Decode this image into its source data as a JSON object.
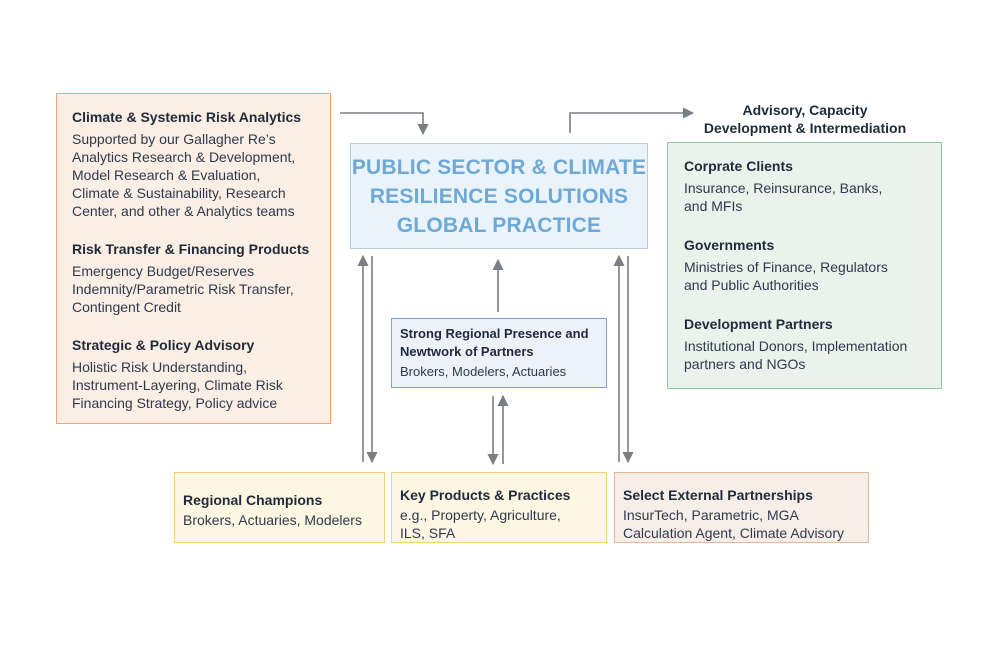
{
  "center": {
    "title": "PUBLIC SECTOR & CLIMATE\nRESILIENCE SOLUTIONS\nGLOBAL PRACTICE"
  },
  "left_panel": {
    "groups": [
      {
        "heading": "Climate & Systemic Risk Analytics",
        "body": "Supported by our Gallagher Re’s\nAnalytics Research & Development,\nModel Research & Evaluation,\nClimate & Sustainability, Research\nCenter, and other & Analytics teams"
      },
      {
        "heading": "Risk Transfer & Financing Products",
        "body": "Emergency Budget/Reserves\nIndemnity/Parametric Risk Transfer,\nContingent Credit"
      },
      {
        "heading": "Strategic & Policy Advisory",
        "body": "Holistic Risk Understanding,\nInstrument-Layering, Climate Risk\nFinancing Strategy, Policy advice"
      }
    ]
  },
  "regional_presence": {
    "heading": "Strong Regional Presence and\nNewtwork of Partners",
    "body": "Brokers, Modelers, Actuaries"
  },
  "advisory_label": "Advisory, Capacity\nDevelopment & Intermediation",
  "right_panel": {
    "groups": [
      {
        "heading": "Corprate Clients",
        "body": "Insurance, Reinsurance, Banks,\nand MFIs"
      },
      {
        "heading": "Governments",
        "body": "Ministries of Finance, Regulators\nand Public Authorities"
      },
      {
        "heading": "Development Partners",
        "body": "Institutional Donors, Implementation\npartners and NGOs"
      }
    ]
  },
  "bottom": {
    "champions": {
      "heading": "Regional Champions",
      "body": "Brokers, Actuaries, Modelers"
    },
    "products": {
      "heading": "Key Products & Practices",
      "body": "e.g., Property, Agriculture,\nILS, SFA"
    },
    "external": {
      "heading": "Select External Partnerships",
      "body": "InsurTech, Parametric, MGA\nCalculation Agent, Climate Advisory"
    }
  },
  "colors": {
    "arrow": "#7a7f86",
    "center_title": "#6ea9d6",
    "left_border": "#f0a66e",
    "right_border": "#8fc6a5",
    "yellow_border": "#f4cf7a",
    "blue_border": "#7ea1d4"
  }
}
